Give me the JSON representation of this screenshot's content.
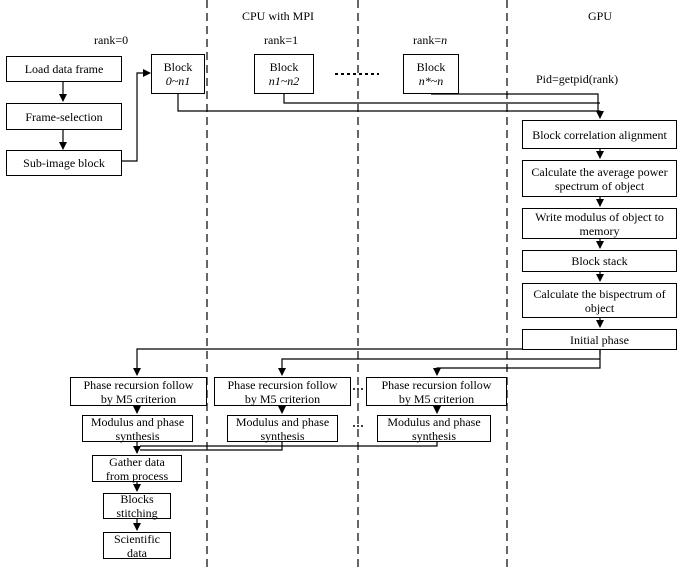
{
  "headers": {
    "cpu": "CPU with MPI",
    "gpu": "GPU"
  },
  "ranks": {
    "r0": "rank=0",
    "r1": "rank=1",
    "rn_prefix": "rank=",
    "rn_var": "n"
  },
  "pid_label": "Pid=getpid(rank)",
  "rank0_steps": {
    "load": "Load data frame",
    "frame_selection": "Frame-selection",
    "sub_image": "Sub-image block"
  },
  "blocks": {
    "b0": {
      "title": "Block",
      "range": "0~n1"
    },
    "b1": {
      "title": "Block",
      "range": "n1~n2"
    },
    "bn": {
      "title": "Block",
      "range": "n*~n"
    }
  },
  "gpu_steps": {
    "correlation": "Block correlation alignment",
    "power_spectrum": "Calculate the average power spectrum of object",
    "write_modulus": "Write modulus of object to memory",
    "stack": "Block stack",
    "bispectrum": "Calculate the bispectrum of object",
    "initial_phase": "Initial phase"
  },
  "phase_box": {
    "line1": "Phase recursion follow",
    "line2": "by M5 criterion"
  },
  "synth_box": {
    "line1": "Modulus and phase",
    "line2": "synthesis"
  },
  "final_steps": {
    "gather": {
      "line1": "Gather data",
      "line2": "from process"
    },
    "stitch": {
      "line1": "Blocks",
      "line2": "stitching"
    },
    "scientific": {
      "line1": "Scientific",
      "line2": "data"
    }
  }
}
